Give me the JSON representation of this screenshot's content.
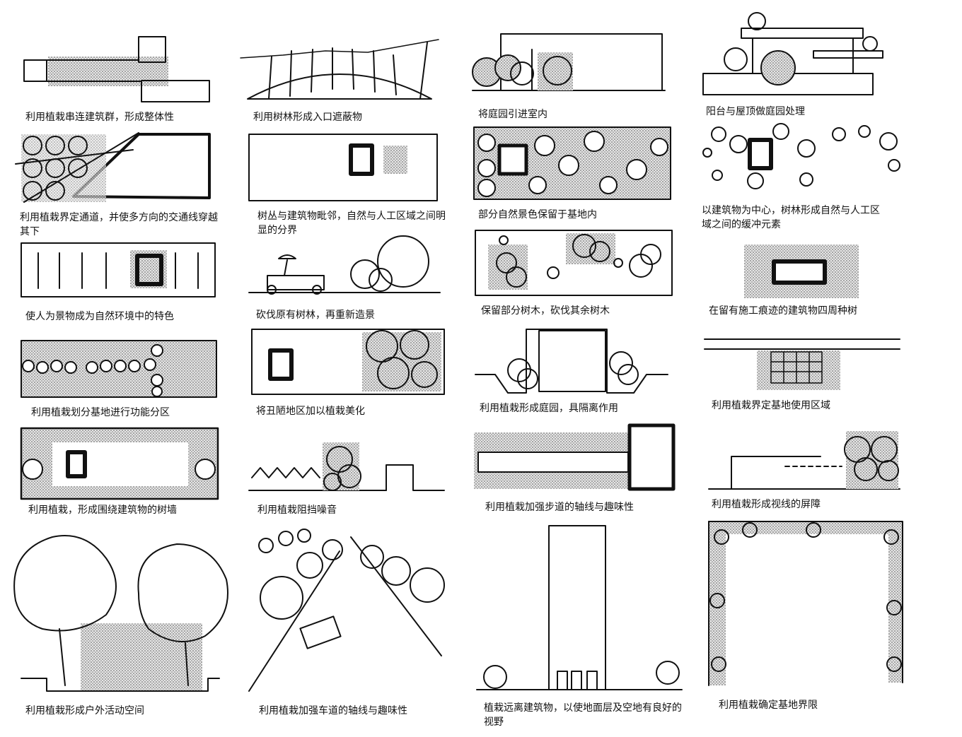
{
  "captions": [
    "利用植栽串连建筑群，形成整体性",
    "利用树林形成入口遮蔽物",
    "将庭园引进室内",
    "阳台与屋顶做庭园处理",
    "利用植栽界定通道，并使多方向的交通线穿越其下",
    "树丛与建筑物毗邻，自然与人工区域之间明显的分界",
    "部分自然景色保留于基地内",
    "以建筑物为中心，树林形成自然与人工区域之间的缓冲元素",
    "使人为景物成为自然环境中的特色",
    "砍伐原有树林，再重新造景",
    "保留部分树木，砍伐其余树木",
    "在留有施工痕迹的建筑物四周种树",
    "利用植栽划分基地进行功能分区",
    "将丑陋地区加以植栽美化",
    "利用植栽形成庭园，具隔离作用",
    "利用植栽界定基地使用区域",
    "利用植栽，形成围绕建筑物的树墙",
    "利用植栽阻挡噪音",
    "利用植栽加强步道的轴线与趣味性",
    "利用植栽形成视线的屏障",
    "利用植栽形成户外活动空间",
    "利用植栽加强车道的轴线与趣味性",
    "植栽远离建筑物，以使地面层及空地有良好的视野",
    "利用植栽确定基地界限"
  ]
}
